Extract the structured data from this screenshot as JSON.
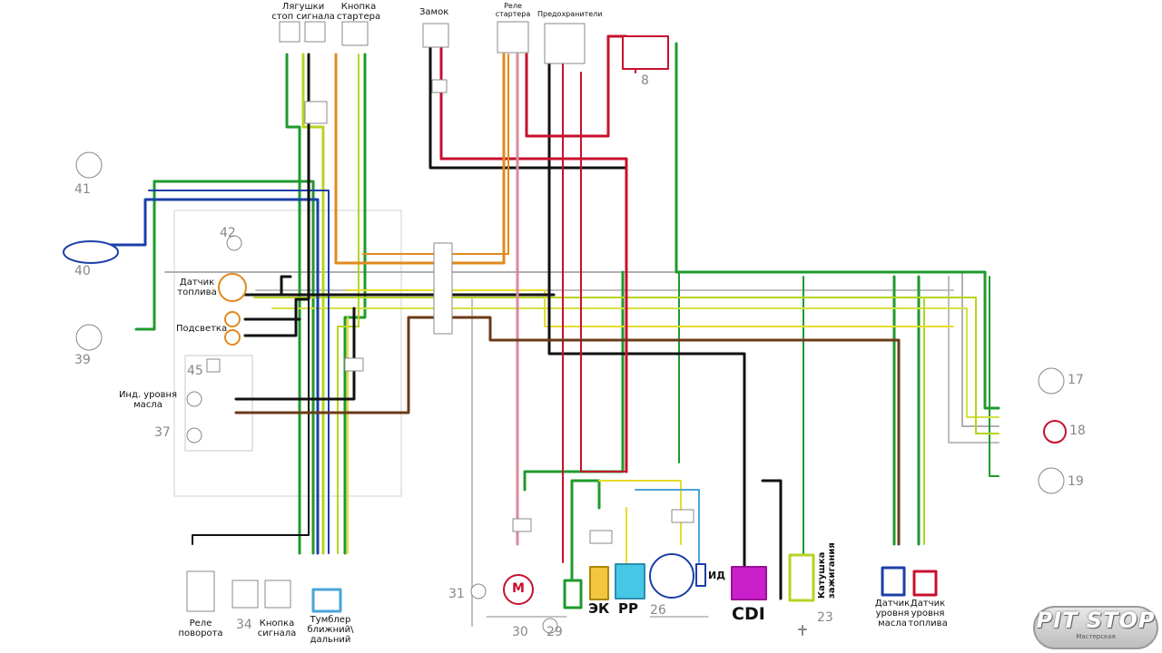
{
  "labels": {
    "stop_switches": [
      "Лягушки",
      "стоп сигнала"
    ],
    "starter_button": [
      "Кнопка",
      "стартера"
    ],
    "ignition_lock": "Замок",
    "starter_relay": [
      "Реле",
      "стартера"
    ],
    "fuses": "Предохранители",
    "fuel_sensor": [
      "Датчик",
      "топлива"
    ],
    "backlight": "Подсветка",
    "oil_indicator": [
      "Инд. уровня",
      "масла"
    ],
    "turn_relay": [
      "Реле",
      "поворота"
    ],
    "horn_button": [
      "Кнопка",
      "сигнала"
    ],
    "beam_switch": [
      "Тумблер",
      "ближний\\",
      "дальний"
    ],
    "ignition_coil": [
      "Катушка",
      "зажигания"
    ],
    "oil_level_sensor": [
      "Датчик",
      "уровня",
      "масла"
    ],
    "fuel_level_sensor": [
      "Датчик",
      "уровня",
      "топлива"
    ],
    "ek": "ЭК",
    "rr": "РР",
    "cdi": "CDI",
    "id": "ИД"
  },
  "numbers": {
    "n8": "8",
    "n41": "41",
    "n40": "40",
    "n39": "39",
    "n42": "42",
    "n45": "45",
    "n37": "37",
    "n17": "17",
    "n18": "18",
    "n19": "19",
    "n31": "31",
    "n30": "30",
    "n29": "29",
    "n26": "26",
    "n23": "23",
    "n34": "34"
  },
  "logo": {
    "title": "PIT STOP",
    "subtitle": "Мастерская"
  },
  "colors": {
    "black": "#111111",
    "green": "#1f9a2c",
    "yellow_green": "#b7d321",
    "red": "#c8102e",
    "orange": "#e08a1e",
    "brown": "#6b3a1a",
    "blue": "#1b3fa8",
    "pink": "#d98a9a",
    "gray": "#a8a8a8",
    "yellow": "#e6dc2a",
    "white_wire": "#cfcfcf",
    "cdi": "#cc1fcc",
    "ek": "#f3c640",
    "rr": "#47c7e6"
  }
}
